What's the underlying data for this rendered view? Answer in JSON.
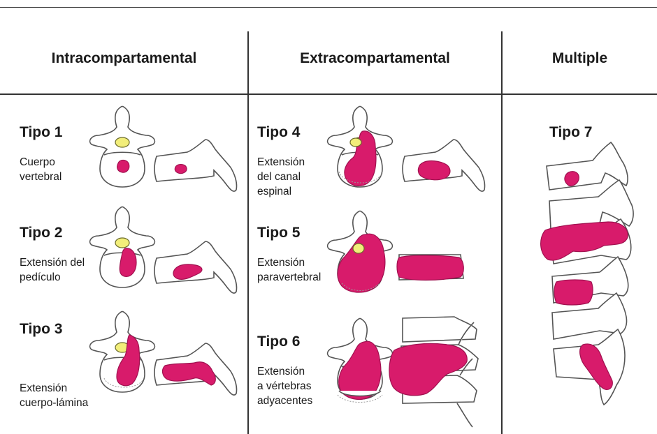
{
  "headers": {
    "intra": "Intracompartamental",
    "extra": "Extracompartamental",
    "multiple": "Multiple"
  },
  "types": [
    {
      "label": "Tipo 1",
      "desc": [
        "Cuerpo",
        "vertebral"
      ]
    },
    {
      "label": "Tipo 2",
      "desc": [
        "Extensión del",
        "pedículo"
      ]
    },
    {
      "label": "Tipo 3",
      "desc": [
        "Extensión",
        "cuerpo-lámina"
      ]
    },
    {
      "label": "Tipo 4",
      "desc": [
        "Extensión",
        "del canal",
        "espinal"
      ]
    },
    {
      "label": "Tipo 5",
      "desc": [
        "Extensión",
        "paravertebral"
      ]
    },
    {
      "label": "Tipo 6",
      "desc": [
        "Extensión",
        "a vértebras",
        "adyacentes"
      ]
    },
    {
      "label": "Tipo 7",
      "desc": []
    }
  ],
  "colors": {
    "tumor": "#d81b6b",
    "spinal_cord": "#f2ee7a",
    "rules": "#333333"
  }
}
